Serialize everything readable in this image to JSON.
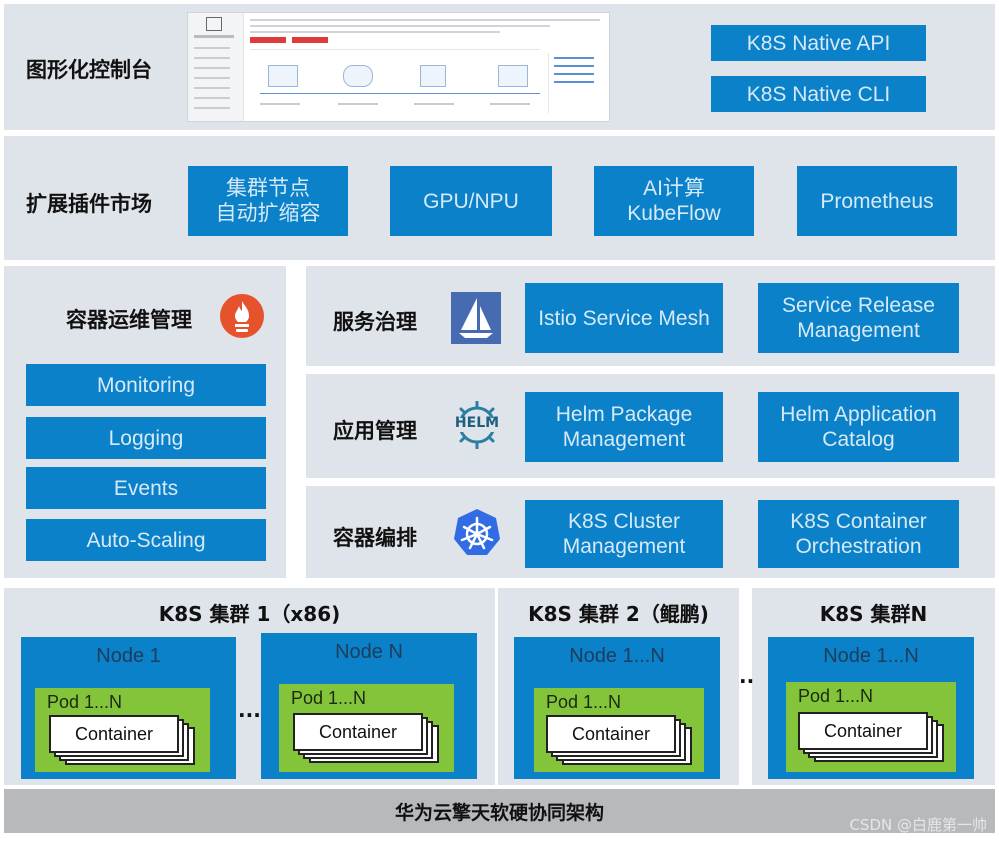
{
  "layers": {
    "console": {
      "title": "图形化控制台",
      "api": "K8S Native API",
      "cli": "K8S Native CLI"
    },
    "market": {
      "title": "扩展插件市场",
      "items": [
        "集群节点\n自动扩缩容",
        "GPU/NPU",
        "AI计算\nKubeFlow",
        "Prometheus"
      ]
    },
    "ops": {
      "title": "容器运维管理",
      "items": [
        "Monitoring",
        "Logging",
        "Events",
        "Auto-Scaling"
      ]
    },
    "service": {
      "title": "服务治理",
      "items": [
        "Istio Service Mesh",
        "Service Release\nManagement"
      ]
    },
    "app": {
      "title": "应用管理",
      "items": [
        "Helm Package\nManagement",
        "Helm Application\nCatalog"
      ],
      "helm_text": "HELM"
    },
    "orch": {
      "title": "容器编排",
      "items": [
        "K8S Cluster\nManagement",
        "K8S Container\nOrchestration"
      ]
    }
  },
  "clusters": [
    {
      "title": "K8S 集群 1（x86)",
      "nodes": [
        {
          "label": "Node 1",
          "pod": "Pod 1...N",
          "container": "Container"
        },
        {
          "label": "Node N",
          "pod": "Pod 1...N",
          "container": "Container"
        }
      ]
    },
    {
      "title": "K8S 集群 2（鲲鹏)",
      "nodes": [
        {
          "label": "Node 1...N",
          "pod": "Pod 1...N",
          "container": "Container"
        }
      ]
    },
    {
      "title": "K8S 集群N",
      "nodes": [
        {
          "label": "Node 1...N",
          "pod": "Pod 1...N",
          "container": "Container"
        }
      ]
    }
  ],
  "separators": {
    "nodes": "...",
    "clusters": ".."
  },
  "foundation": "华为云擎天软硬协同架构",
  "watermark": "CSDN @白鹿第一帅",
  "colors": {
    "panel": "#dfe3ea",
    "box": "#0b81c9",
    "pod": "#84c43b",
    "base": "#b8b9bc"
  },
  "icons": [
    "prometheus-icon",
    "istio-icon",
    "helm-icon",
    "kubernetes-icon"
  ]
}
